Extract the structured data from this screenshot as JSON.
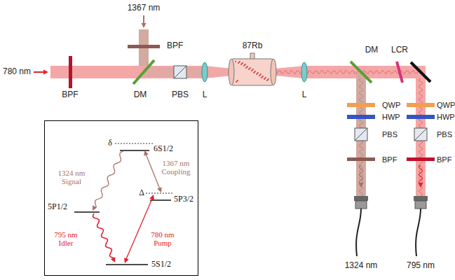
{
  "diagram": {
    "nodes": [
      {
        "text": [
          "δ",
          "6S1/2",
          "1324 nm Signal",
          "1367 nm Coupling",
          "5P1/2",
          "Δ",
          "5P3/2",
          "795 nm Idler",
          "780 nm Pump",
          "5S1/2"
        ]
      }
    ],
    "labels": [
      "1367 nm",
      "780 nm",
      "BPF",
      "BPF",
      "DM",
      "PBS",
      "L",
      "87Rb",
      "L",
      "DM",
      "LCR",
      "QWP",
      "HWP",
      "PBS",
      "BPF",
      "1324 nm",
      "QWP",
      "HWP",
      "PBS",
      "BPF",
      "795 nm"
    ]
  }
}
